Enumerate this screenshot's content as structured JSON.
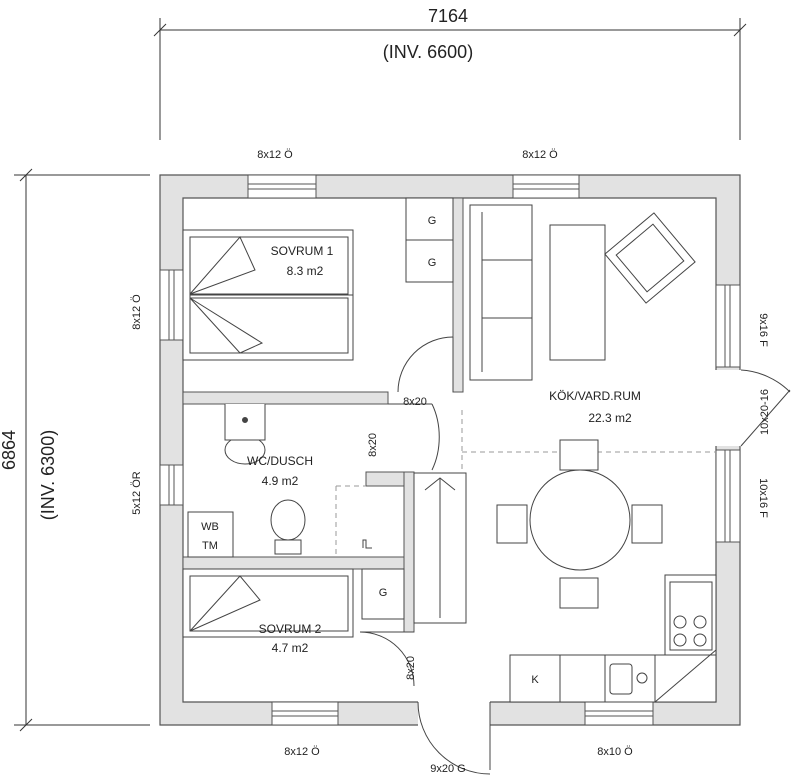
{
  "dimensions": {
    "width": "7164",
    "width_inv": "(INV. 6600)",
    "height": "6864",
    "height_inv": "(INV. 6300)"
  },
  "rooms": {
    "sovrum1": {
      "name": "SOVRUM 1",
      "area": "8.3 m2"
    },
    "sovrum2": {
      "name": "SOVRUM 2",
      "area": "4.7 m2"
    },
    "wc": {
      "name": "WC/DUSCH",
      "area": "4.9 m2"
    },
    "kok": {
      "name": "KÖK/VARD.RUM",
      "area": "22.3 m2"
    }
  },
  "windows": {
    "top_left": "8x12 Ö",
    "top_right": "8x12 Ö",
    "left_upper": "8x12 Ö",
    "left_lower": "5x12 ÖR",
    "right_upper": "9x16 F",
    "right_lower": "10x16 F",
    "bottom_left": "8x12 Ö",
    "bottom_right": "8x10 Ö"
  },
  "doors": {
    "entrance": "9x20 G",
    "side": "10x20-16",
    "sov1": "8x20",
    "wc": "8x20",
    "sov2": "8x20"
  },
  "fixtures": {
    "wardrobe": "G",
    "wb": "WB",
    "tm": "TM",
    "fridge": "K"
  }
}
